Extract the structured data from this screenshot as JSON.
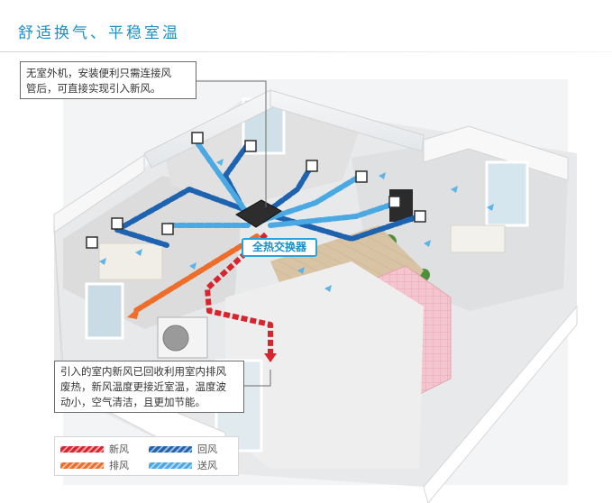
{
  "title": "舒适换气、平稳室温",
  "callouts": {
    "top": {
      "line1": "无室外机，安装便利只需连接风",
      "line2": "管后，可直接实现引入新风。"
    },
    "bottom": {
      "line1": "引入的室内新风已回收利用室内排风",
      "line2": "废热，新风温度更接近室温，温度波",
      "line3": "动小，空气清洁，且更加节能。"
    }
  },
  "device_label": "全热交换器",
  "legend": [
    {
      "label": "新风",
      "color": "#d8242d"
    },
    {
      "label": "回风",
      "color": "#1e63b0"
    },
    {
      "label": "排风",
      "color": "#ee6d2a"
    },
    {
      "label": "送风",
      "color": "#4aa8e2"
    }
  ],
  "colors": {
    "title": "#1e8fc6",
    "fresh_air": "#d8242d",
    "return_air": "#1e63b0",
    "exhaust_air": "#ee6d2a",
    "supply_air": "#4aa8e2",
    "label_border": "#29a3dc"
  }
}
